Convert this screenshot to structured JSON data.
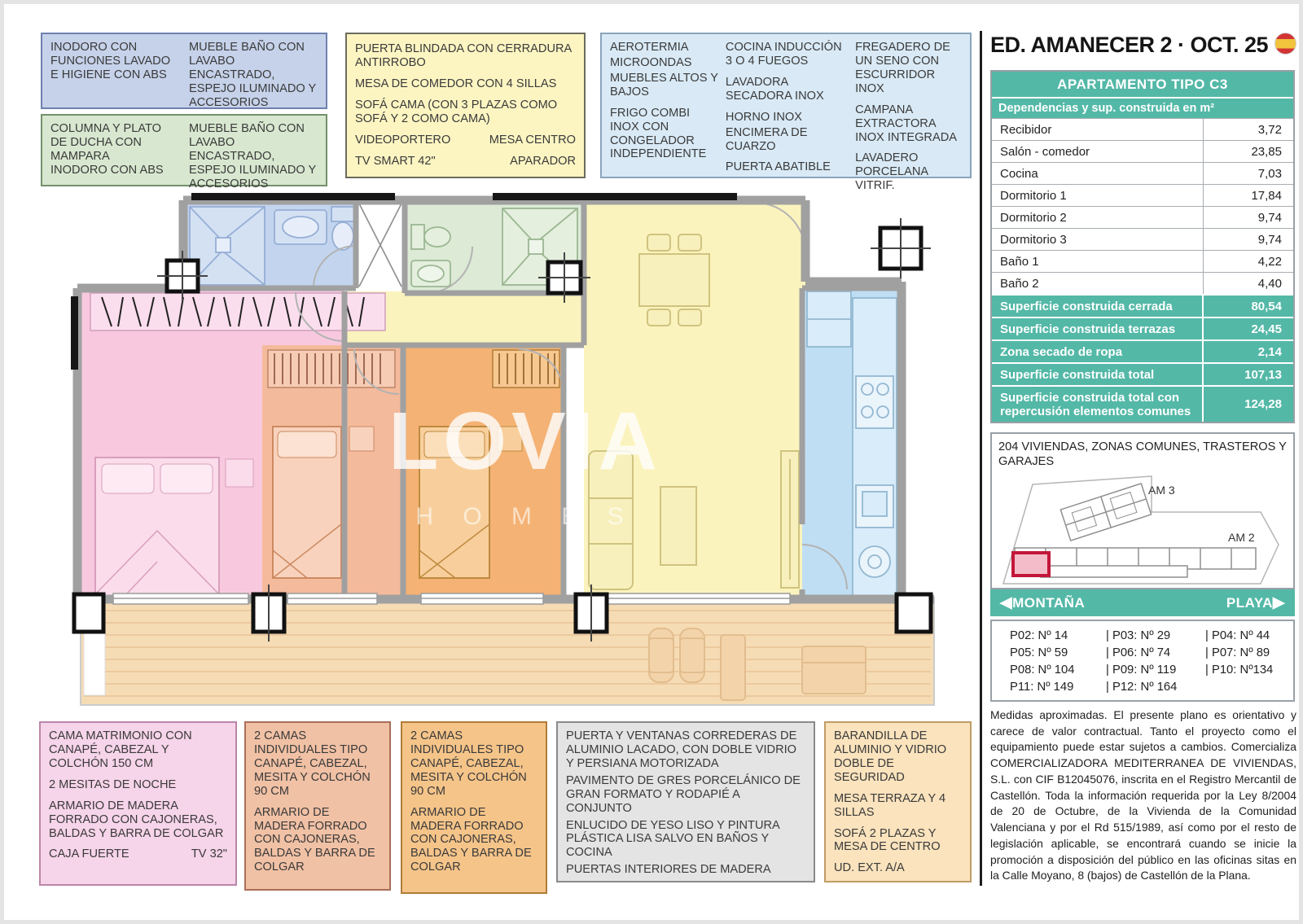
{
  "colors": {
    "teal_accent": "#54b8a7",
    "highlight_red": "#c2173b"
  },
  "header": {
    "title": "ED. AMANECER 2 · OCT. 25",
    "flag_icon": "spain-flag"
  },
  "boxes": {
    "bath1": {
      "left": "INODORO CON FUNCIONES LAVADO E HIGIENE CON ABS",
      "right": "MUEBLE BAÑO CON LAVABO ENCASTRADO, ESPEJO ILUMINADO Y ACCESORIOS"
    },
    "bath2": {
      "left1": "COLUMNA Y PLATO DE DUCHA CON MAMPARA",
      "left2": "INODORO CON ABS",
      "right": "MUEBLE BAÑO CON LAVABO ENCASTRADO, ESPEJO ILUMINADO Y ACCESORIOS"
    },
    "living": {
      "p1": "PUERTA BLINDADA CON CERRADURA ANTIRROBO",
      "p2": "MESA DE COMEDOR CON 4 SILLAS",
      "p3": "SOFÁ CAMA (CON 3 PLAZAS COMO SOFÁ Y 2 COMO CAMA)",
      "p4a": "VIDEOPORTERO",
      "p4b": "MESA CENTRO",
      "p5a": "TV SMART 42\"",
      "p5b": "APARADOR"
    },
    "kitchen": {
      "c1p1": "AEROTERMIA",
      "c1p2": "MICROONDAS",
      "c1p3": "MUEBLES ALTOS Y BAJOS",
      "c1p4": "FRIGO COMBI INOX CON CONGELADOR INDEPENDIENTE",
      "c2p1": "COCINA INDUCCIÓN 3 O 4 FUEGOS",
      "c2p2": "LAVADORA SECADORA INOX",
      "c2p3": "HORNO INOX",
      "c2p4": "ENCIMERA DE CUARZO",
      "c2p5": "PUERTA ABATIBLE",
      "c3p1": "FREGADERO DE UN SENO CON ESCURRIDOR INOX",
      "c3p2": "CAMPANA EXTRACTORA INOX INTEGRADA",
      "c3p3": "LAVADERO PORCELANA VITRIF."
    },
    "master": {
      "p1": "CAMA MATRIMONIO CON CANAPÉ, CABEZAL Y COLCHÓN 150 CM",
      "p2": "2 MESITAS DE NOCHE",
      "p3": "ARMARIO DE MADERA FORRADO CON CAJONERAS, BALDAS Y BARRA DE COLGAR",
      "p4a": "CAJA FUERTE",
      "p4b": "TV 32\""
    },
    "beds2": {
      "p1": "2 CAMAS INDIVIDUALES TIPO CANAPÉ, CABEZAL, MESITA Y COLCHÓN 90 CM",
      "p2": "ARMARIO DE MADERA FORRADO CON CAJONERAS, BALDAS Y BARRA DE COLGAR"
    },
    "beds3": {
      "p1": "2 CAMAS INDIVIDUALES TIPO CANAPÉ, CABEZAL, MESITA Y COLCHÓN 90 CM",
      "p2": "ARMARIO DE MADERA FORRADO CON CAJONERAS, BALDAS Y BARRA DE COLGAR"
    },
    "finishes": {
      "p1": "PUERTA Y VENTANAS CORREDERAS DE ALUMINIO LACADO, CON DOBLE VIDRIO Y PERSIANA MOTORIZADA",
      "p2": "PAVIMENTO DE GRES PORCELÁNICO DE GRAN FORMATO Y RODAPIÉ A CONJUNTO",
      "p3": "ENLUCIDO DE YESO LISO Y PINTURA PLÁSTICA LISA SALVO EN BAÑOS Y COCINA",
      "p4": "PUERTAS INTERIORES DE MADERA"
    },
    "terrace": {
      "p1": "BARANDILLA DE ALUMINIO Y VIDRIO DOBLE DE SEGURIDAD",
      "p2": "MESA TERRAZA Y 4 SILLAS",
      "p3": "SOFÁ 2 PLAZAS Y MESA DE CENTRO",
      "p4": "UD. EXT. A/A"
    }
  },
  "areas_table": {
    "title": "APARTAMENTO TIPO C3",
    "subtitle": "Dependencias y sup. construida en m²",
    "rows": [
      {
        "label": "Recibidor",
        "value": "3,72"
      },
      {
        "label": "Salón - comedor",
        "value": "23,85"
      },
      {
        "label": "Cocina",
        "value": "7,03"
      },
      {
        "label": "Dormitorio 1",
        "value": "17,84"
      },
      {
        "label": "Dormitorio 2",
        "value": "9,74"
      },
      {
        "label": "Dormitorio 3",
        "value": "9,74"
      },
      {
        "label": "Baño 1",
        "value": "4,22"
      },
      {
        "label": "Baño 2",
        "value": "4,40"
      }
    ],
    "summary_rows": [
      {
        "label": "Superficie construida cerrada",
        "value": "80,54"
      },
      {
        "label": "Superficie construida terrazas",
        "value": "24,45"
      },
      {
        "label": "Zona secado de ropa",
        "value": "2,14"
      },
      {
        "label": "Superficie construida total",
        "value": "107,13"
      },
      {
        "label": "Superficie construida total con repercusión elementos comunes",
        "value": "124,28"
      }
    ]
  },
  "siteplan": {
    "caption": "204 VIVIENDAS, ZONAS COMUNES, TRASTEROS Y GARAJES",
    "building_top_label": "AM 3",
    "building_bottom_label": "AM 2"
  },
  "direction": {
    "left": "MONTAÑA",
    "right": "PLAYA"
  },
  "icons": {
    "arrow_left": "◀",
    "arrow_right": "▶"
  },
  "floors": {
    "rows": [
      {
        "c1": "P02: Nº 14",
        "c2": "| P03: Nº 29",
        "c3": "| P04: Nº 44"
      },
      {
        "c1": "P05: Nº 59",
        "c2": "| P06: Nº 74",
        "c3": "| P07: Nº 89"
      },
      {
        "c1": "P08: Nº 104",
        "c2": "| P09: Nº 119",
        "c3": "| P10: Nº134"
      },
      {
        "c1": "P11: Nº 149",
        "c2": "| P12: Nº 164",
        "c3": ""
      }
    ]
  },
  "legal": "Medidas aproximadas. El presente plano es orientativo y carece de valor contractual. Tanto el proyecto como el equipamiento puede estar sujetos a cambios. Comercializa COMERCIALIZADORA MEDITERRANEA DE VIVIENDAS, S.L. con CIF B12045076, inscrita en el Registro Mercantil de Castellón. Toda la información requerida por la Ley 8/2004 de 20 de Octubre, de la Vivienda de la Comunidad Valenciana y por el Rd 515/1989, así como por el resto de legislación aplicable, se encontrará cuando se inicie la promoción a disposición del público en las oficinas sitas en la Calle Moyano, 8 (bajos) de Castellón de la Plana.",
  "watermark": {
    "line1": "LOVIA",
    "line2": "H O M E S"
  }
}
